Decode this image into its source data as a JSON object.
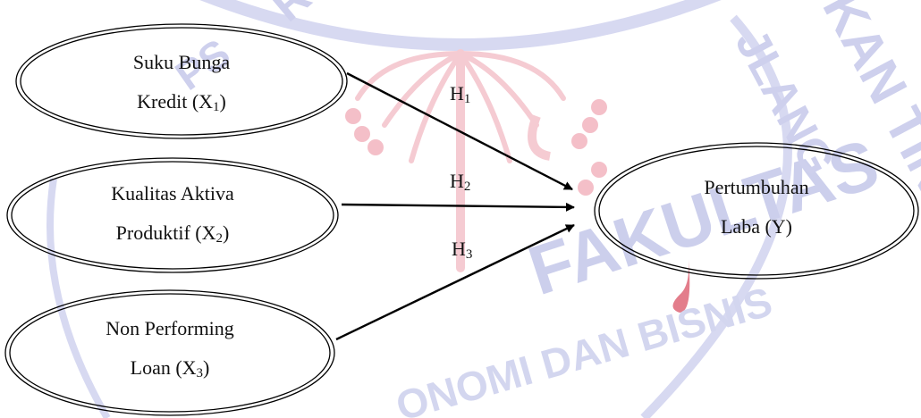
{
  "watermark": {
    "text_bottom": "FAKULTAS",
    "text_bottom_small": "ONOMI DAN BISNIS",
    "text_top_right": "KAN TINGGI",
    "text_top_right2": "JLANG",
    "text_top_left": "R",
    "text_top_left2": "PS",
    "colors": {
      "blue": "#c5c8ec",
      "pink": "#f2b7c1",
      "red": "#e0707f"
    }
  },
  "nodes": [
    {
      "id": "x1",
      "line1": "Suku Bunga",
      "line2_prefix": "Kredit (X",
      "line2_sub": "1",
      "line2_suffix": ")"
    },
    {
      "id": "x2",
      "line1": "Kualitas Aktiva",
      "line2_prefix": "Produktif (X",
      "line2_sub": "2",
      "line2_suffix": ")"
    },
    {
      "id": "x3",
      "line1": "Non Performing",
      "line2_prefix": "Loan (X",
      "line2_sub": "3",
      "line2_suffix": ")"
    },
    {
      "id": "y",
      "line1": "Pertumbuhan",
      "line2_prefix": "Laba (Y)",
      "line2_sub": "",
      "line2_suffix": ""
    }
  ],
  "hypotheses": [
    {
      "label": "H",
      "sub": "1"
    },
    {
      "label": "H",
      "sub": "2"
    },
    {
      "label": "H",
      "sub": "3"
    }
  ]
}
